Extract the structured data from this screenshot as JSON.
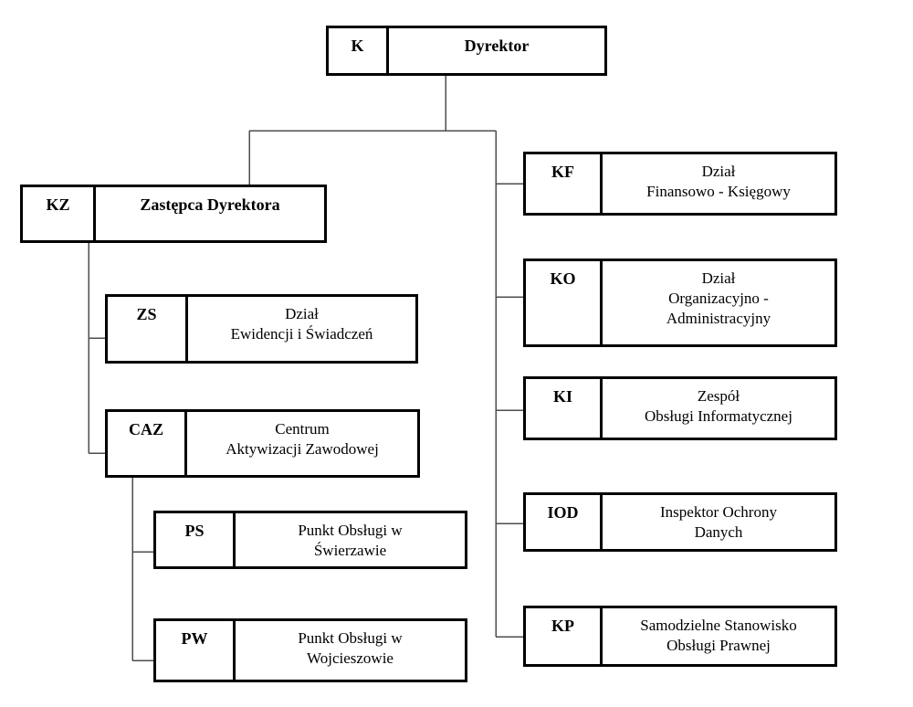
{
  "diagram": {
    "type": "org-chart",
    "background_color": "#ffffff",
    "box_border_color": "#000000",
    "connector_color": "#4d4d4d",
    "nodes": {
      "k": {
        "code": "K",
        "label": "Dyrektor"
      },
      "kz": {
        "code": "KZ",
        "label": "Zastępca Dyrektora"
      },
      "zs": {
        "code": "ZS",
        "label": "Dział\nEwidencji i Świadczeń"
      },
      "caz": {
        "code": "CAZ",
        "label": "Centrum\nAktywizacji Zawodowej"
      },
      "ps": {
        "code": "PS",
        "label": "Punkt Obsługi w\nŚwierzawie"
      },
      "pw": {
        "code": "PW",
        "label": "Punkt Obsługi w\nWojcieszowie"
      },
      "kf": {
        "code": "KF",
        "label": "Dział\nFinansowo - Księgowy"
      },
      "ko": {
        "code": "KO",
        "label": "Dział\nOrganizacyjno -\nAdministracyjny"
      },
      "ki": {
        "code": "KI",
        "label": "Zespół\nObsługi Informatycznej"
      },
      "iod": {
        "code": "IOD",
        "label": "Inspektor Ochrony\nDanych"
      },
      "kp": {
        "code": "KP",
        "label": "Samodzielne Stanowisko\nObsługi Prawnej"
      }
    },
    "hierarchy": {
      "k": [
        "kz",
        "kf",
        "ko",
        "ki",
        "iod",
        "kp"
      ],
      "kz": [
        "zs",
        "caz"
      ],
      "caz": [
        "ps",
        "pw"
      ]
    }
  }
}
